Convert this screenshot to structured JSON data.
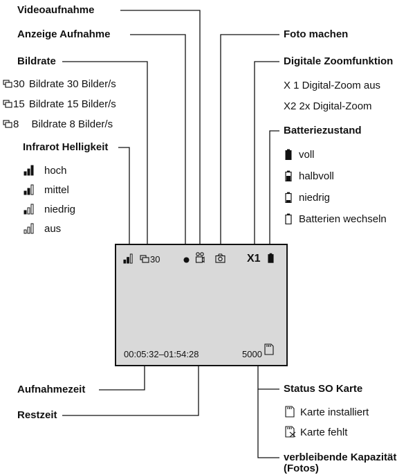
{
  "labels": {
    "videoaufnahme": "Videoaufnahme",
    "anzeige_aufnahme": "Anzeige Aufnahme",
    "bildrate": "Bildrate",
    "foto_machen": "Foto machen",
    "digitale_zoomfunktion": "Digitale Zoomfunktion",
    "batteriezustand": "Batteriezustand",
    "infrarot_helligkeit": "Infrarot Helligkeit",
    "aufnahmezeit": "Aufnahmezeit",
    "restzeit": "Restzeit",
    "status_sd_karte": "Status SO Karte",
    "verbleibende_kapazitaet_1": "verbleibende Kapazität",
    "verbleibende_kapazitaet_2": "(Fotos)"
  },
  "bildrate_items": [
    {
      "num": "30",
      "text": "Bildrate 30 Bilder/s"
    },
    {
      "num": "15",
      "text": "Bildrate 15 Bilder/s"
    },
    {
      "num": "8",
      "text": "Bildrate 8 Bilder/s"
    }
  ],
  "zoom_items": [
    "X 1 Digital-Zoom aus",
    "X2 2x Digital-Zoom"
  ],
  "battery_items": [
    "voll",
    "halbvoll",
    "niedrig",
    "Batterien wechseln"
  ],
  "ir_items": [
    "hoch",
    "mittel",
    "niedrig",
    "aus"
  ],
  "sd_items": [
    "Karte installiert",
    "Karte fehlt"
  ],
  "screen": {
    "framerate": "30",
    "zoom": "X1",
    "time": "00:05:32–01:54:28",
    "capacity": "5000"
  }
}
